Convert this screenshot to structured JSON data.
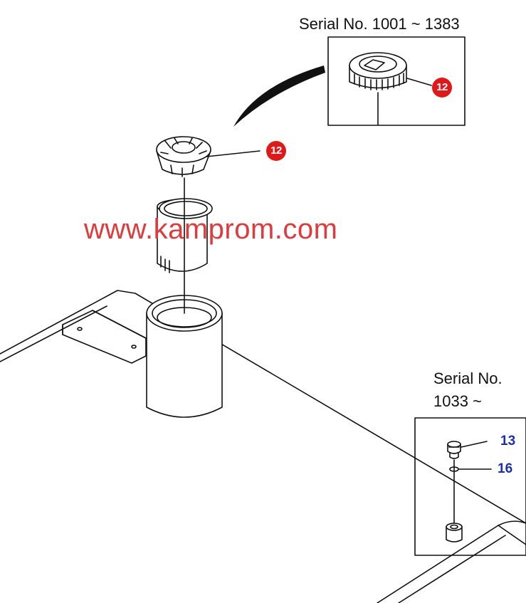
{
  "labels": {
    "serial_top": "Serial No. 1001 ~ 1383",
    "serial_right_line1": "Serial No.",
    "serial_right_line2": "1033 ~"
  },
  "callouts": {
    "part_12_main": "12",
    "part_12_inset": "12",
    "part_13": "13",
    "part_16": "16"
  },
  "watermark": "www.kamprom.com",
  "colors": {
    "badge_red": "#e01818",
    "callout_blue": "#1a2fb8",
    "watermark_red": "#e03a3a",
    "line": "#111111"
  }
}
